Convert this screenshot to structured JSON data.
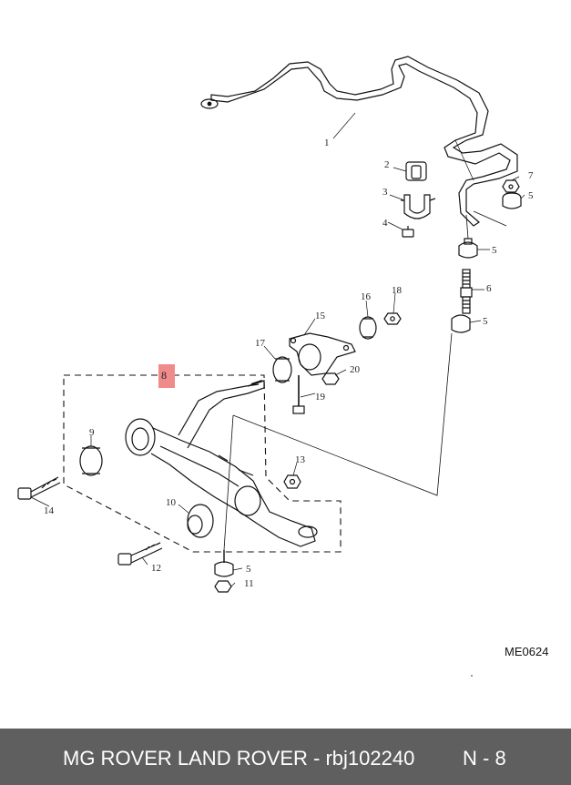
{
  "callouts": {
    "c1": "1",
    "c2": "2",
    "c3": "3",
    "c4": "4",
    "c5a": "5",
    "c5b": "5",
    "c5c": "5",
    "c5d": "5",
    "c6": "6",
    "c7": "7",
    "c8": "8",
    "c9": "9",
    "c10": "10",
    "c11": "11",
    "c12": "12",
    "c13": "13",
    "c14": "14",
    "c15": "15",
    "c16": "16",
    "c17": "17",
    "c18": "18",
    "c19": "19",
    "c20": "20"
  },
  "diagram_ref": "ME0624",
  "footer": {
    "brand_text": "MG ROVER LAND ROVER - rbj102240",
    "page_code": "N - 8"
  },
  "colors": {
    "footer_bg": "#5f5f5f",
    "highlight": "#f08b8b"
  }
}
